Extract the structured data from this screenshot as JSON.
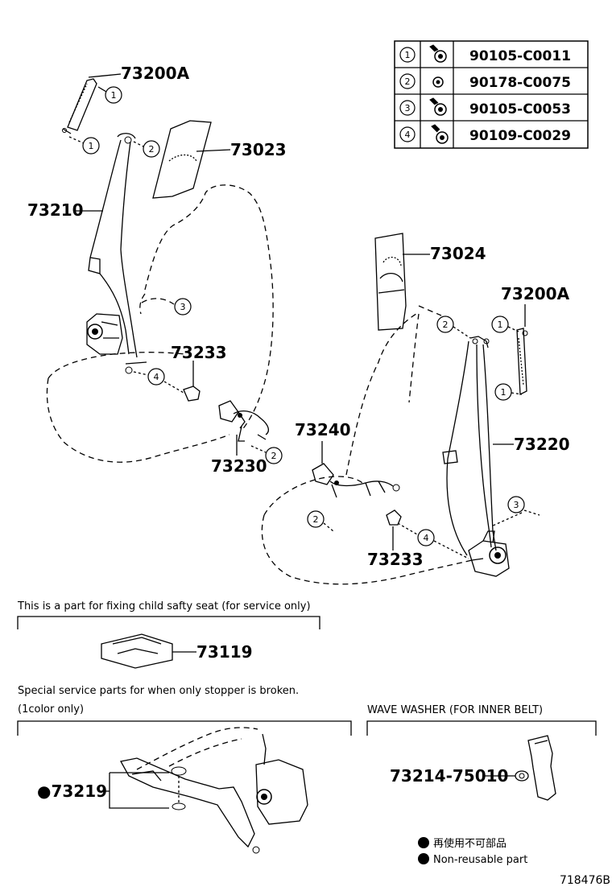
{
  "fastener_table": [
    {
      "ref": "1",
      "part_no": "90105-C0011",
      "icon": "bolt-icon"
    },
    {
      "ref": "2",
      "part_no": "90178-C0075",
      "icon": "nut-icon"
    },
    {
      "ref": "3",
      "part_no": "90105-C0053",
      "icon": "bolt-icon"
    },
    {
      "ref": "4",
      "part_no": "90109-C0029",
      "icon": "bolt-icon"
    }
  ],
  "callouts": {
    "p73200A_top": "73200A",
    "p73023": "73023",
    "p73210": "73210",
    "p73233_left": "73233",
    "p73230": "73230",
    "p73024": "73024",
    "p73200A_right": "73200A",
    "p73240": "73240",
    "p73220": "73220",
    "p73233_right": "73233",
    "p73119": "73119",
    "p73219": "●73219",
    "p73214": "73214-75010"
  },
  "markers": {
    "m1": "1",
    "m2": "2",
    "m3": "3",
    "m4": "4"
  },
  "notes": {
    "child_seat": "This is a part for fixing child safty seat (for service only)",
    "special_service": "Special service parts for when only stopper is broken.",
    "one_color": "(1color only)",
    "wave_washer": "WAVE WASHER (FOR INNER BELT)"
  },
  "legend": {
    "jp": "再使用不可部品",
    "en": "Non-reusable part"
  },
  "diagram_id": "718476B"
}
